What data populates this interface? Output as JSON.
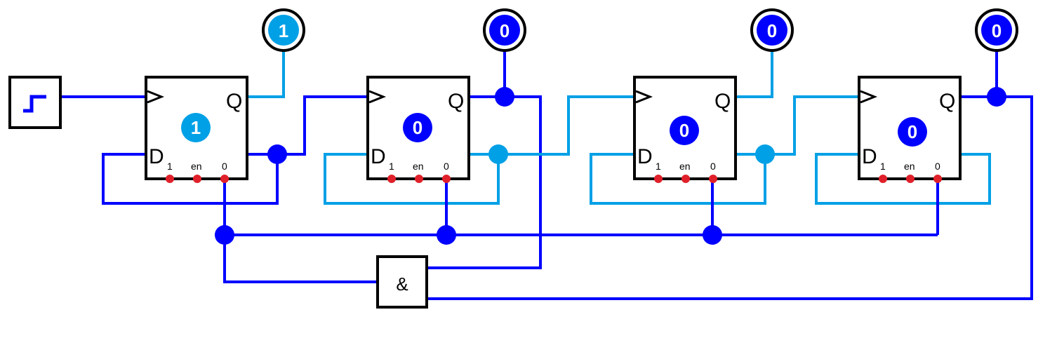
{
  "colors": {
    "wire_high": "#00a0e6",
    "wire_low": "#0000ff",
    "pin": "#e0202a",
    "outline": "#000000"
  },
  "flipflop_labels": {
    "clock_symbol": "▷",
    "q": "Q",
    "d": "D",
    "set": "1",
    "enable": "en",
    "reset": "0"
  },
  "flipflops": [
    {
      "state": "1",
      "level": "high"
    },
    {
      "state": "0",
      "level": "low"
    },
    {
      "state": "0",
      "level": "low"
    },
    {
      "state": "0",
      "level": "low"
    }
  ],
  "outputs": [
    {
      "value": "1",
      "level": "high"
    },
    {
      "value": "0",
      "level": "low"
    },
    {
      "value": "0",
      "level": "low"
    },
    {
      "value": "0",
      "level": "low"
    }
  ],
  "gate": {
    "symbol": "&"
  },
  "clock": {
    "icon": "clock-pulse-icon"
  }
}
